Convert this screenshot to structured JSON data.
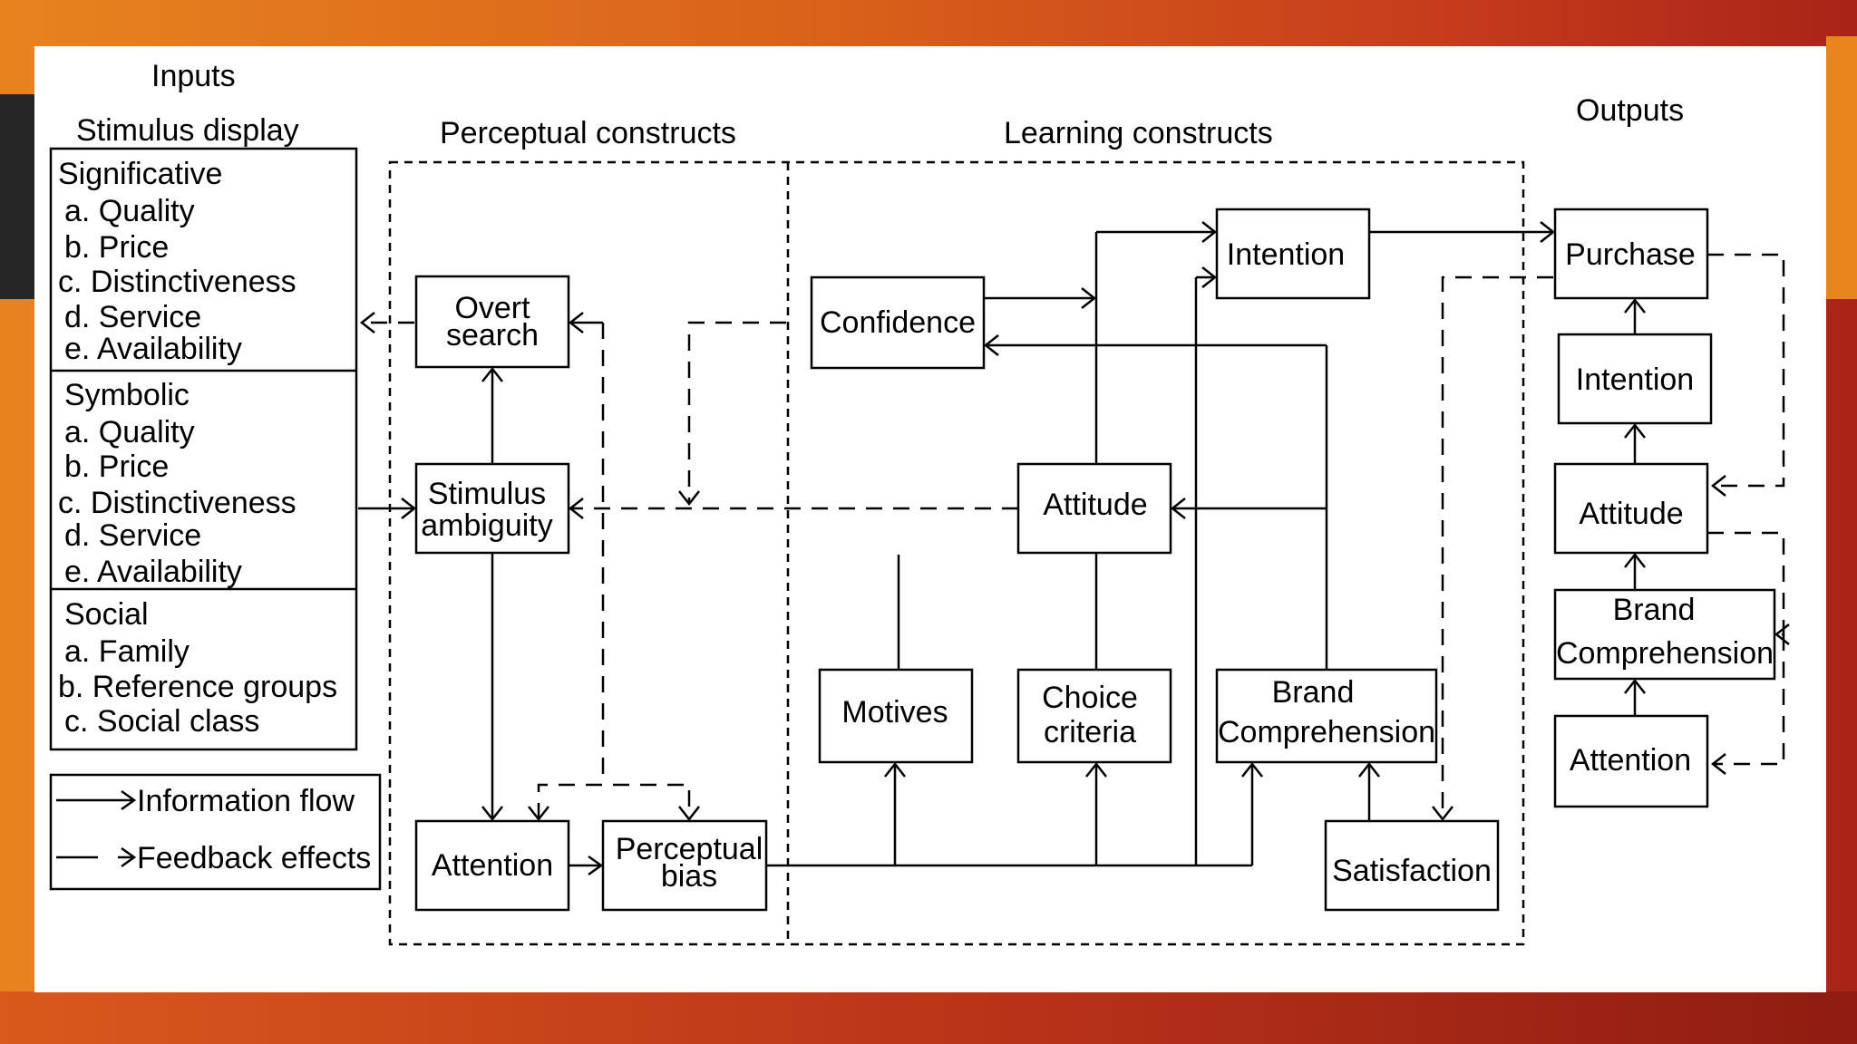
{
  "headers": {
    "inputs": "Inputs",
    "stimulus_display": "Stimulus display",
    "perceptual": "Perceptual constructs",
    "learning": "Learning constructs",
    "outputs": "Outputs"
  },
  "stimulus": {
    "significative": [
      "Significative",
      "a. Quality",
      "b. Price",
      "c. Distinctiveness",
      "d. Service",
      "e. Availability"
    ],
    "symbolic": [
      "Symbolic",
      "a. Quality",
      "b. Price",
      "c. Distinctiveness",
      "d. Service",
      "e. Availability"
    ],
    "social": [
      "Social",
      "a. Family",
      "b. Reference groups",
      "c. Social class"
    ]
  },
  "legend": {
    "info": "Information flow",
    "feedback": "Feedback effects"
  },
  "perceptual": {
    "overt": [
      "Overt",
      "search"
    ],
    "ambiguity": [
      "Stimulus",
      "ambiguity"
    ],
    "attention": "Attention",
    "bias": [
      "Perceptual",
      "bias"
    ]
  },
  "learning": {
    "confidence": "Confidence",
    "intention": "Intention",
    "attitude": "Attitude",
    "motives": "Motives",
    "choice": [
      "Choice",
      "criteria"
    ],
    "brand": [
      "Brand",
      "Comprehension"
    ],
    "satisfaction": "Satisfaction"
  },
  "outputs": {
    "purchase": "Purchase",
    "intention": "Intention",
    "attitude": "Attitude",
    "brand": [
      "Brand",
      "Comprehension"
    ],
    "attention": "Attention"
  }
}
